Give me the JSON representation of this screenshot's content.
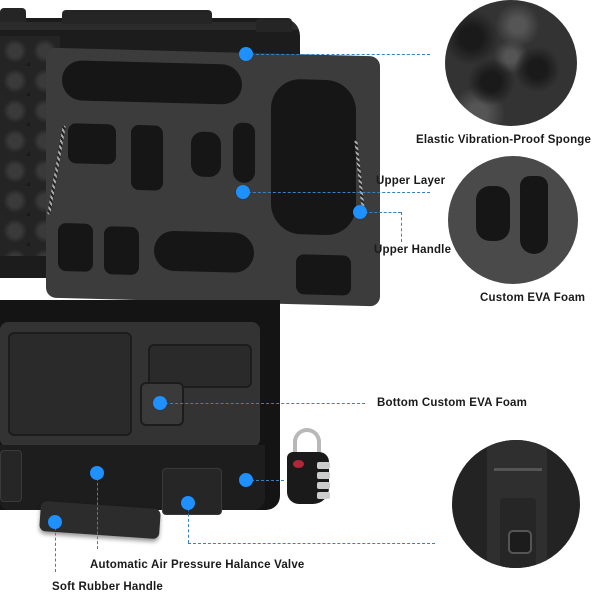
{
  "product": {
    "description": "Hard-shell drone carrying case with custom EVA foam inserts and TSA combination padlock",
    "accent_color": "#1e90ff",
    "connector_color": "#3a7fc0"
  },
  "callouts": [
    {
      "id": "sponge",
      "label": "Elastic Vibration-Proof Sponge"
    },
    {
      "id": "upper-layer",
      "label": "Upper Layer"
    },
    {
      "id": "upper-handle",
      "label": "Upper Handle"
    },
    {
      "id": "custom-eva",
      "label": "Custom EVA Foam"
    },
    {
      "id": "bottom-eva",
      "label": "Bottom Custom EVA Foam"
    },
    {
      "id": "valve",
      "label": "Automatic Air Pressure Halance Valve"
    },
    {
      "id": "soft-handle",
      "label": "Soft Rubber Handle"
    }
  ],
  "detail_views": [
    {
      "id": "sponge-detail",
      "depicts": "egg-crate foam close-up"
    },
    {
      "id": "eva-detail",
      "depicts": "custom EVA foam cutout close-up"
    },
    {
      "id": "latch-detail",
      "depicts": "case latch close-up"
    }
  ],
  "accessories": {
    "padlock": {
      "type": "TSA combination lock",
      "dials": 4,
      "tsa_badge_color": "#b3263a"
    }
  }
}
